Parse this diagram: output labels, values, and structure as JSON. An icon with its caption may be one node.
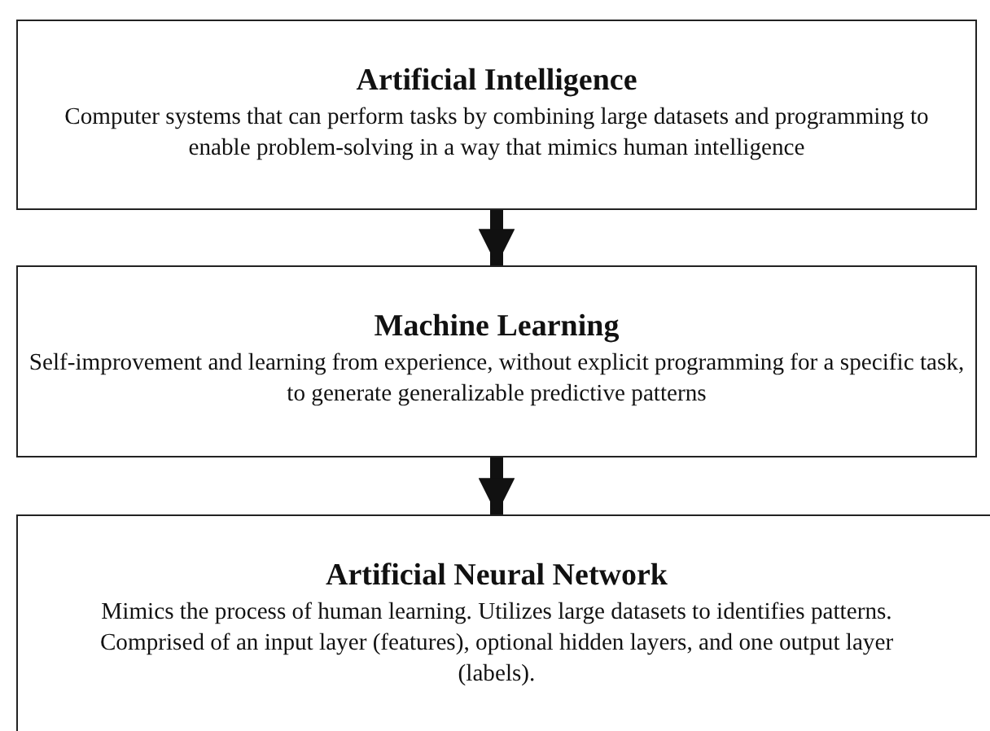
{
  "diagram": {
    "nodes": [
      {
        "text": [
          "Artificial Intelligence",
          "Computer systems that can perform tasks by combining large datasets and programming to enable problem-solving in a way that mimics human intelligence"
        ]
      },
      {
        "text": [
          "Machine Learning",
          "Self-improvement and learning from experience, without explicit programming for a specific task, to generate generalizable predictive patterns"
        ]
      },
      {
        "text": [
          "Artificial Neural Network",
          "Mimics the process of human learning. Utilizes large datasets to identifies patterns. Comprised of an input layer (features), optional hidden layers, and one output layer (labels)."
        ]
      }
    ],
    "edges": [
      {
        "from": 0,
        "to": 1,
        "arrow": "to"
      },
      {
        "from": 1,
        "to": 2,
        "arrow": "to"
      }
    ]
  }
}
